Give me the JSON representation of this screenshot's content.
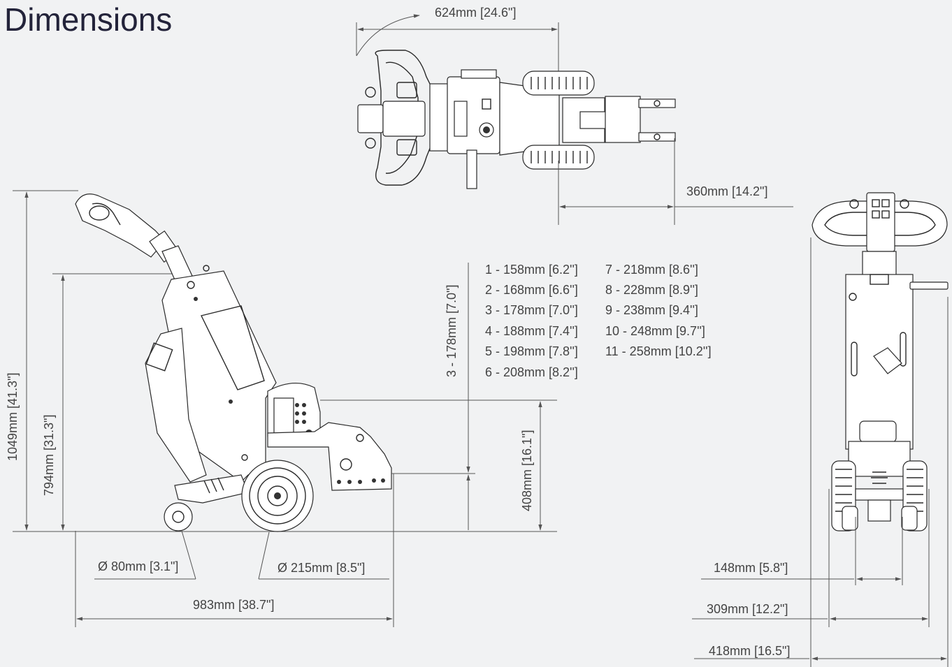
{
  "title": "Dimensions",
  "top_view": {
    "width_label": "624mm  [24.6\"]",
    "hitch_label": "360mm  [14.2\"]"
  },
  "side_view": {
    "total_height_label": "1049mm  [41.3\"]",
    "handle_height_label": "794mm  [31.3\"]",
    "hitch_step_label": "3 - 178mm  [7.0\"]",
    "hitch_height_label": "408mm  [16.1\"]",
    "small_wheel_label": "Ø 80mm  [3.1\"]",
    "big_wheel_label": "Ø 215mm  [8.5\"]",
    "length_label": "983mm  [38.7\"]"
  },
  "hitch_heights": [
    "1 - 158mm [6.2'']",
    "2 - 168mm [6.6'']",
    "3 - 178mm [7.0'']",
    "4 - 188mm [7.4'']",
    "5 - 198mm [7.8'']",
    "6 - 208mm [8.2'']",
    "7 - 218mm [8.6'']",
    "8 - 228mm [8.9'']",
    "9 - 238mm [9.4'']",
    "10 - 248mm [9.7'']",
    "11 - 258mm [10.2'']"
  ],
  "front_view": {
    "track_label": "148mm  [5.8\"]",
    "wheelbase_label": "309mm  [12.2\"]",
    "overall_width_label": "418mm  [16.5\"]"
  }
}
